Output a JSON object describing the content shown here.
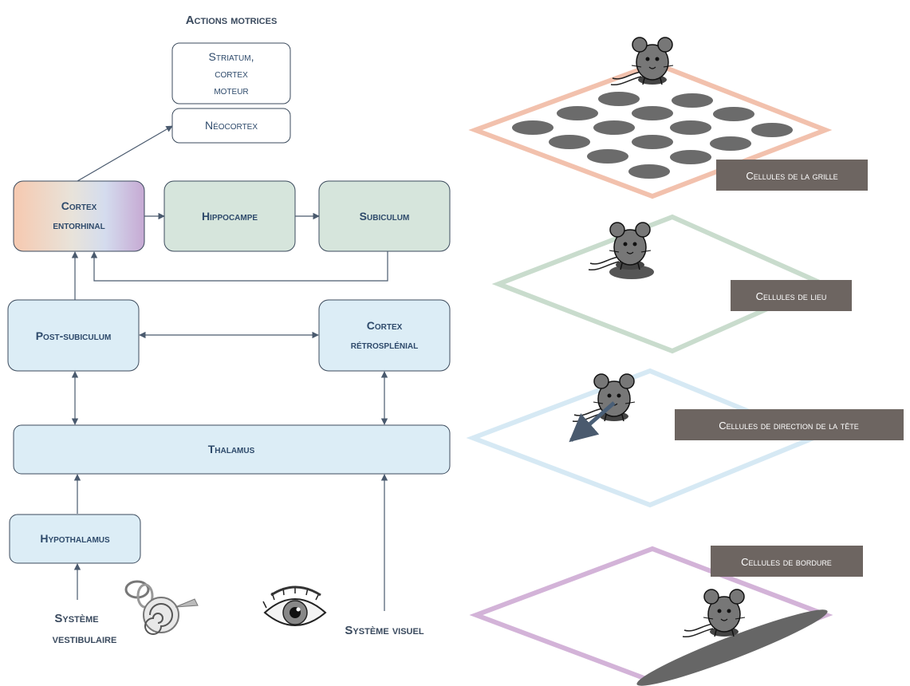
{
  "diagram": {
    "title": "Actions motrices",
    "nodes": {
      "striatum": [
        "Striatum,",
        "cortex",
        "moteur"
      ],
      "neocortex": "Néocortex",
      "cortex_entorhinal": [
        "Cortex",
        "entorhinal"
      ],
      "hippocampe": "Hippocampe",
      "subiculum": "Subiculum",
      "post_subiculum": "Post-subiculum",
      "cortex_retrosplenial": [
        "Cortex",
        "rétrosplénial"
      ],
      "thalamus": "Thalamus",
      "hypothalamus": "Hypothalamus",
      "systeme_vestibulaire": [
        "Système",
        "vestibulaire"
      ],
      "systeme_visuel": "Système visuel"
    },
    "cell_labels": {
      "grid": "Cellules de la grille",
      "place": "Cellules de lieu",
      "head_direction": "Cellules de direction de la tête",
      "border": "Cellules de bordure"
    },
    "icons": [
      "ear-cochlea-icon",
      "eye-icon",
      "mouse-icon"
    ],
    "colors": {
      "entorhinal_gradient": [
        "#f6c9b0",
        "#e9dfd3",
        "#cfd6e8",
        "#c9aed4"
      ],
      "green_box": "#d6e5dc",
      "blue_box": "#dcedf6",
      "grid_frame": "#f2c1ad",
      "place_frame": "#c9dccd",
      "hd_frame": "#d6e9f4",
      "border_frame": "#d3b3d8",
      "tag_bg": "#6d6561",
      "node_text": "#2e4a6b"
    }
  }
}
